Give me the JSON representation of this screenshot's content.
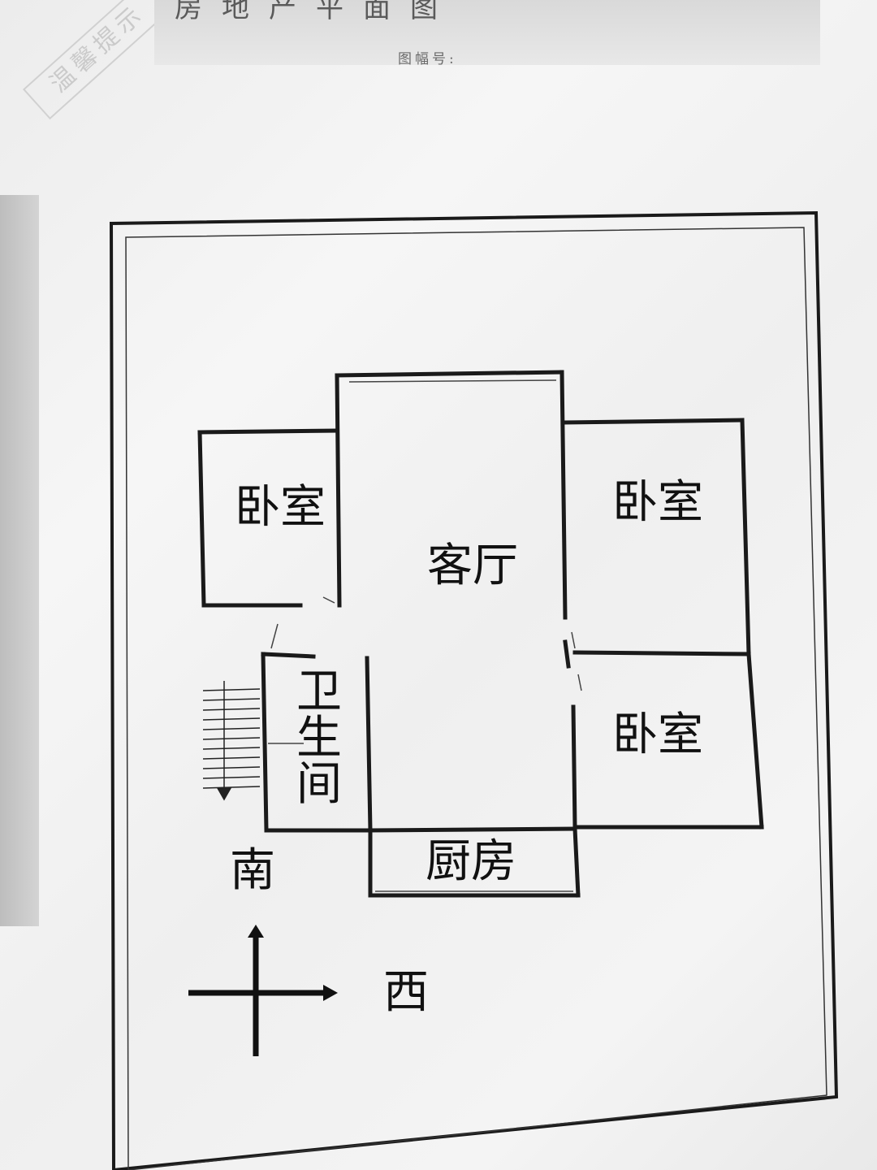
{
  "document": {
    "title": "房地产平面图",
    "map_number_label": "图幅号:",
    "stamp_text": "温馨提示"
  },
  "rooms": {
    "bedroom_left": "卧室",
    "living_room": "客厅",
    "bedroom_right_upper": "卧室",
    "bedroom_right_lower": "卧室",
    "bathroom_line1": "卫",
    "bathroom_line2": "生",
    "bathroom_line3": "间",
    "kitchen": "厨房"
  },
  "compass": {
    "south": "南",
    "west": "西"
  },
  "colors": {
    "wall": "#1a1a1a",
    "paper": "#f1f1f1"
  }
}
